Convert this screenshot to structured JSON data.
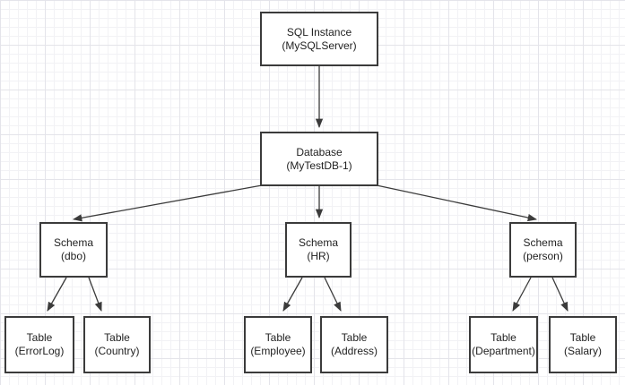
{
  "canvas": {
    "background_color": "#ffffff",
    "grid_minor_color": "#f2f2f5",
    "grid_major_color": "#e4e4ea"
  },
  "diagram": {
    "type": "hierarchy",
    "node_fill_color": "#ffffff",
    "node_border_color": "#3b3b3b",
    "edge_color": "#3b3b3b",
    "text_color": "#1f1f1f",
    "nodes": [
      {
        "id": "sql-instance",
        "line1": "SQL Instance",
        "line2": "(MySQLServer)"
      },
      {
        "id": "database",
        "line1": "Database",
        "line2": "(MyTestDB-1)"
      },
      {
        "id": "schema-dbo",
        "line1": "Schema",
        "line2": "(dbo)"
      },
      {
        "id": "schema-hr",
        "line1": "Schema",
        "line2": "(HR)"
      },
      {
        "id": "schema-person",
        "line1": "Schema",
        "line2": "(person)"
      },
      {
        "id": "table-errorlog",
        "line1": "Table",
        "line2": "(ErrorLog)"
      },
      {
        "id": "table-country",
        "line1": "Table",
        "line2": "(Country)"
      },
      {
        "id": "table-employee",
        "line1": "Table",
        "line2": "(Employee)"
      },
      {
        "id": "table-address",
        "line1": "Table",
        "line2": "(Address)"
      },
      {
        "id": "table-department",
        "line1": "Table",
        "line2": "(Department)"
      },
      {
        "id": "table-salary",
        "line1": "Table",
        "line2": "(Salary)"
      }
    ],
    "edges": [
      {
        "from": "sql-instance",
        "to": "database"
      },
      {
        "from": "database",
        "to": "schema-dbo"
      },
      {
        "from": "database",
        "to": "schema-hr"
      },
      {
        "from": "database",
        "to": "schema-person"
      },
      {
        "from": "schema-dbo",
        "to": "table-errorlog"
      },
      {
        "from": "schema-dbo",
        "to": "table-country"
      },
      {
        "from": "schema-hr",
        "to": "table-employee"
      },
      {
        "from": "schema-hr",
        "to": "table-address"
      },
      {
        "from": "schema-person",
        "to": "table-department"
      },
      {
        "from": "schema-person",
        "to": "table-salary"
      }
    ]
  }
}
